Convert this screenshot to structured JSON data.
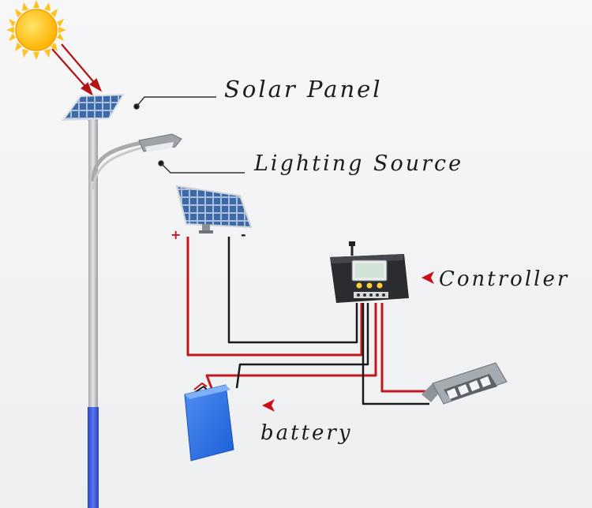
{
  "labels": {
    "solar_panel": "Solar Panel",
    "lighting_source": "Lighting Source",
    "controller": "Controller",
    "battery": "battery"
  },
  "polarity": {
    "positive": "+",
    "negative": "-"
  },
  "colors": {
    "positive_wire": "#c0181d",
    "negative_wire": "#1a1a1a",
    "battery": "#2f73e6",
    "pole_base": "#3f5fe0",
    "sun": "#ffc21a",
    "pointer": "#c8101a"
  }
}
